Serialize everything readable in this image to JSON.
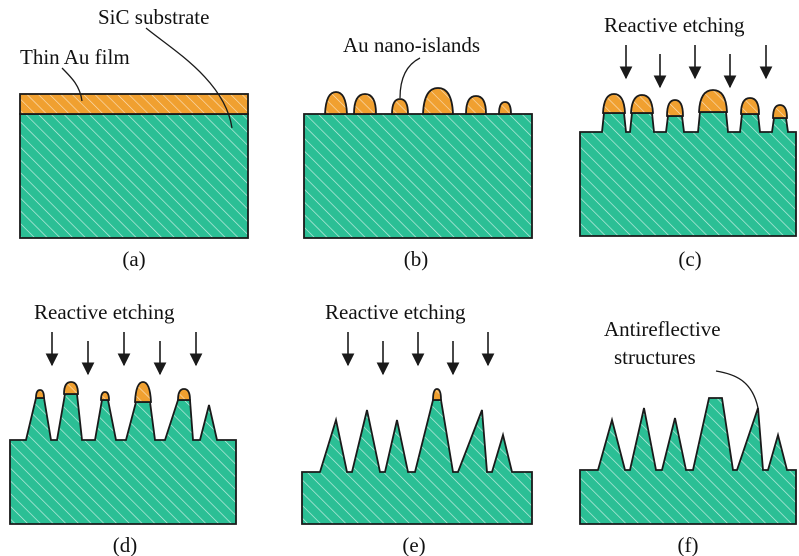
{
  "colors": {
    "substrate": "#2bbf95",
    "gold": "#f0a030",
    "hatch": "#ffffff",
    "stroke": "#1a1a1a",
    "text": "#111111"
  },
  "panels": {
    "a": {
      "caption": "(a)",
      "labels": {
        "film": "Thin Au film",
        "substrate": "SiC substrate"
      }
    },
    "b": {
      "caption": "(b)",
      "labels": {
        "islands": "Au nano-islands"
      }
    },
    "c": {
      "caption": "(c)",
      "labels": {
        "etch": "Reactive etching"
      }
    },
    "d": {
      "caption": "(d)",
      "labels": {
        "etch": "Reactive etching"
      }
    },
    "e": {
      "caption": "(e)",
      "labels": {
        "etch": "Reactive etching"
      }
    },
    "f": {
      "caption": "(f)",
      "labels": {
        "structures_line1": "Antireflective",
        "structures_line2": "structures"
      }
    }
  }
}
